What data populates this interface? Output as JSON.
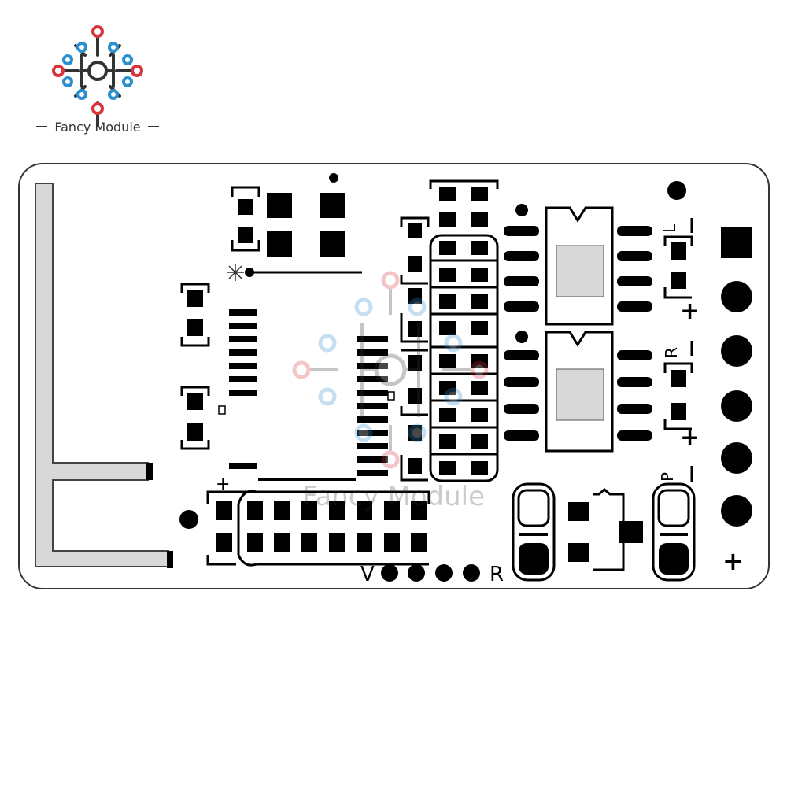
{
  "brand": {
    "name": "Fancy Module",
    "watermark": "Fancy Module",
    "colors": {
      "red": "#d8343b",
      "blue": "#2e8fcf",
      "dark": "#333333"
    }
  },
  "board": {
    "label_plus": "+",
    "label_v": "V",
    "label_r": "R",
    "channel_labels": {
      "left": "L",
      "right": "R",
      "power": "P"
    },
    "pin_plus": "+",
    "pin_marker": "+",
    "pin_marker_2": "+"
  },
  "icons": [
    "fancy-module-logo-icon",
    "circuit-node-icon",
    "antenna-trace-icon",
    "star-marker-icon"
  ]
}
